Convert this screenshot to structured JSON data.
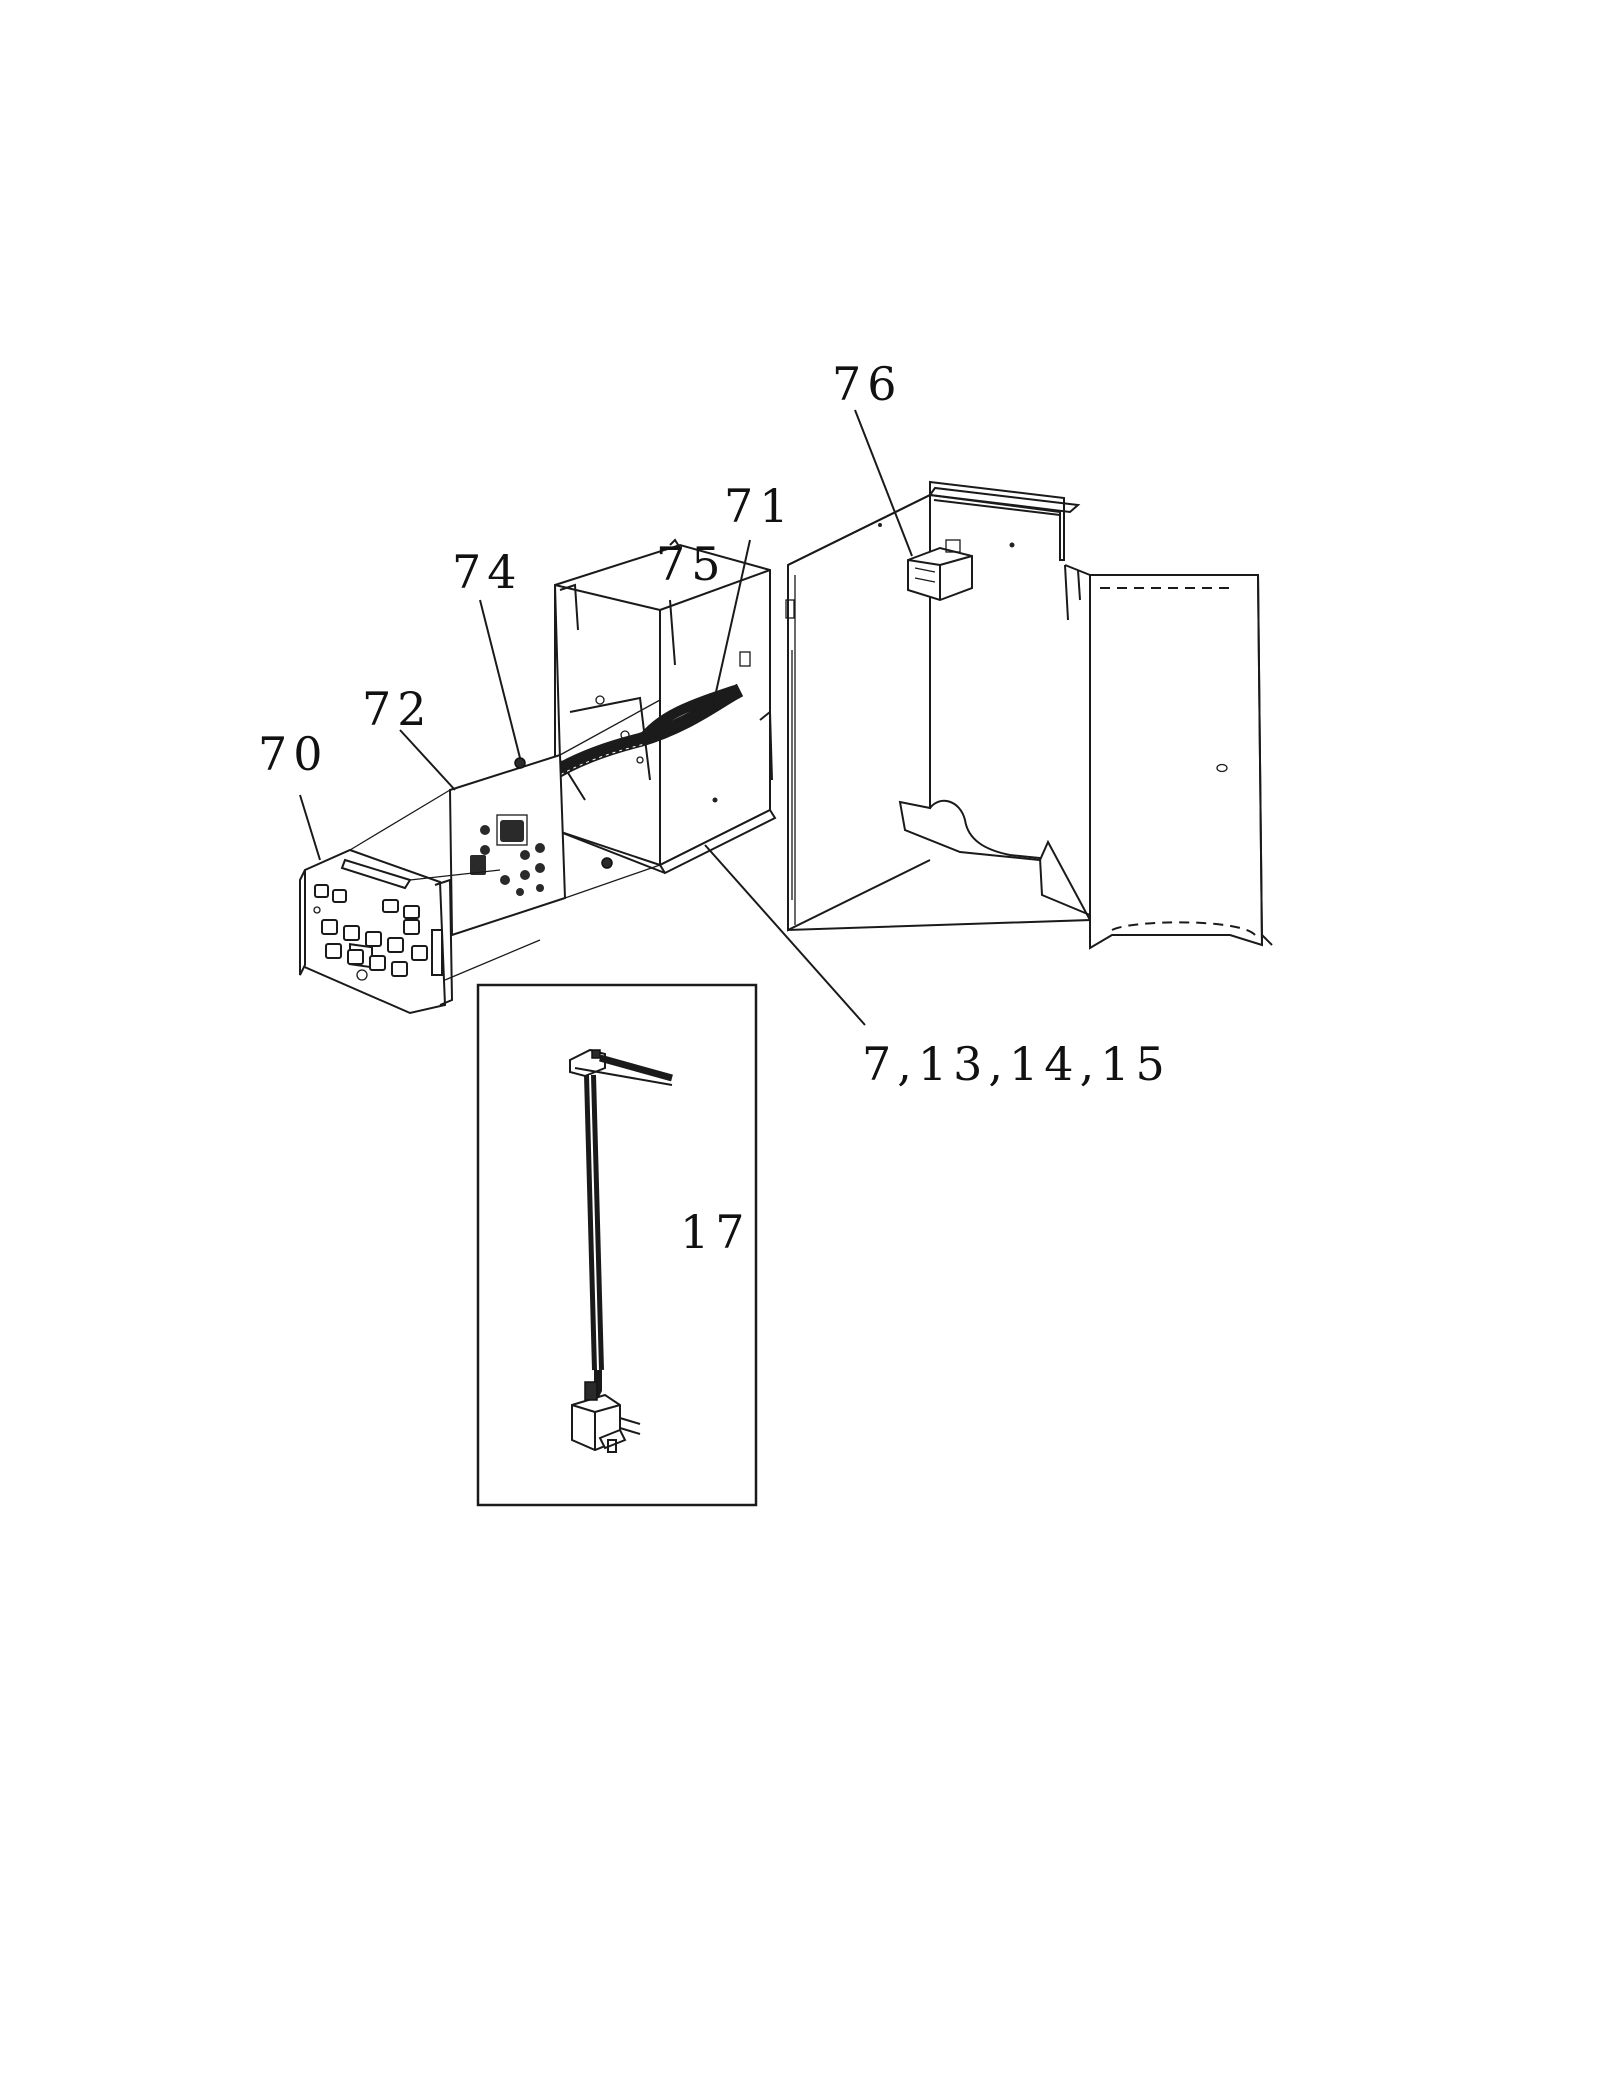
{
  "callouts": {
    "c70": "70",
    "c72": "72",
    "c74": "74",
    "c75": "75",
    "c71": "71",
    "c76": "76",
    "c_group": "7,13,14,15",
    "c17": "17"
  },
  "colors": {
    "line": "#1a1a1a",
    "background": "#ffffff"
  }
}
